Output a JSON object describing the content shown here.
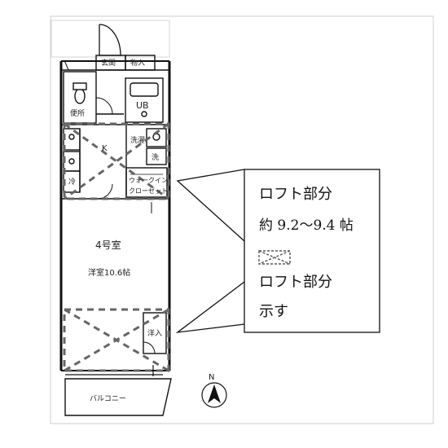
{
  "rooms": {
    "genkan": "玄関",
    "monoire_top": "物入",
    "ub": "UB",
    "benjo": "便所",
    "sentaku_a": "洗濯",
    "sentaku_b": "洗",
    "kitchen": "K",
    "reizo": "冷",
    "walk_in": "ウォークイン",
    "closet": "クローゼット",
    "room_number": "4号室",
    "youshitsu": "洋室10.6帖",
    "youshitsu_monoire": "洋入",
    "balcony": "バルコニー"
  },
  "callout": {
    "line1": "ロフト部分",
    "line2": "約 9.2～9.4 帖",
    "line3": "ロフト部分",
    "line4": "示す"
  },
  "compass": {
    "north": "N"
  },
  "colors": {
    "wall": "#111111",
    "loft_dash": "#666666",
    "frame": "#cccccc"
  }
}
